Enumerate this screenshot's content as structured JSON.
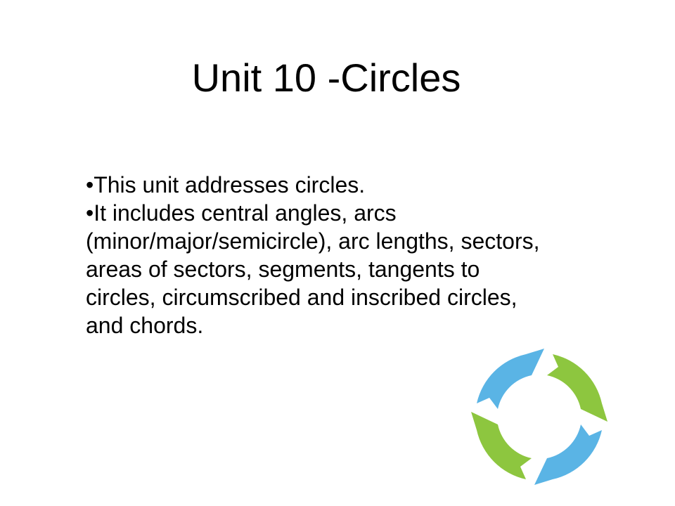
{
  "slide": {
    "title": "Unit 10 -Circles",
    "bullets": [
      "•This unit addresses circles.",
      "•It includes central angles, arcs (minor/major/semicircle), arc lengths, sectors, areas of sectors, segments, tangents to circles, circumscribed and inscribed circles, and chords."
    ]
  },
  "graphic": {
    "icon": "circular-arrows-icon",
    "colors": {
      "blue": "#5AB4E5",
      "green": "#8DC63F"
    }
  }
}
